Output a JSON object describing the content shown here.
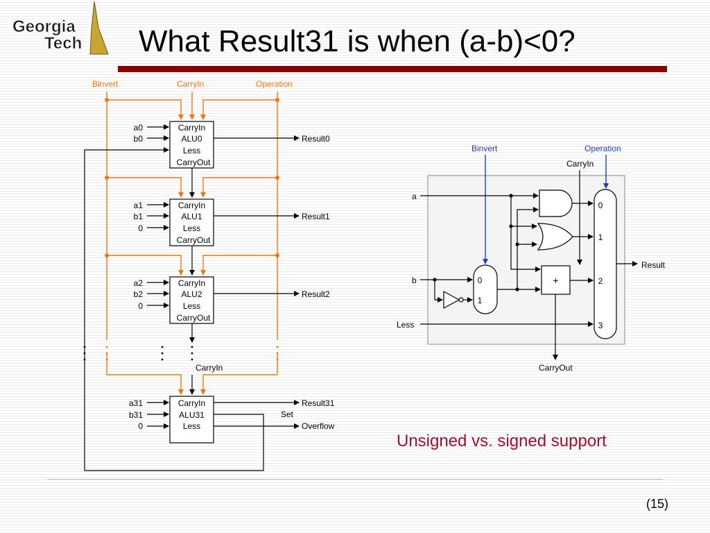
{
  "logo": {
    "line1": "Georgia",
    "line2": "Tech"
  },
  "title": "What Result31 is when (a-b)<0?",
  "subtitle": "Unsigned vs. signed support",
  "page_number": "(15)",
  "colors": {
    "orange": "#e87a12",
    "blue": "#1f3fbf",
    "title_bar": "#8b0000",
    "subtitle": "#a0102a"
  },
  "left_diagram": {
    "top_labels": {
      "binvert": "Binvert",
      "carryin": "CarryIn",
      "operation": "Operation"
    },
    "alus": [
      {
        "a": "a0",
        "b": "b0",
        "less": "",
        "carryin": "CarryIn",
        "name": "ALU0",
        "less_label": "Less",
        "carryout": "CarryOut",
        "result": "Result0"
      },
      {
        "a": "a1",
        "b": "b1",
        "less": "0",
        "carryin": "CarryIn",
        "name": "ALU1",
        "less_label": "Less",
        "carryout": "CarryOut",
        "result": "Result1"
      },
      {
        "a": "a2",
        "b": "b2",
        "less": "0",
        "carryin": "CarryIn",
        "name": "ALU2",
        "less_label": "Less",
        "carryout": "CarryOut",
        "result": "Result2"
      }
    ],
    "alu31": {
      "a": "a31",
      "b": "b31",
      "less": "0",
      "carryin": "CarryIn",
      "name": "ALU31",
      "less_label": "Less",
      "result": "Result31",
      "set": "Set",
      "overflow": "Overflow"
    },
    "carryin_label": "CarryIn"
  },
  "right_diagram": {
    "binvert": "Binvert",
    "operation": "Operation",
    "carryin": "CarryIn",
    "a": "a",
    "b": "b",
    "less": "Less",
    "result": "Result",
    "carryout": "CarryOut",
    "mux_b": [
      "0",
      "1"
    ],
    "mux_out": [
      "0",
      "1",
      "2",
      "3"
    ],
    "adder": "+"
  }
}
